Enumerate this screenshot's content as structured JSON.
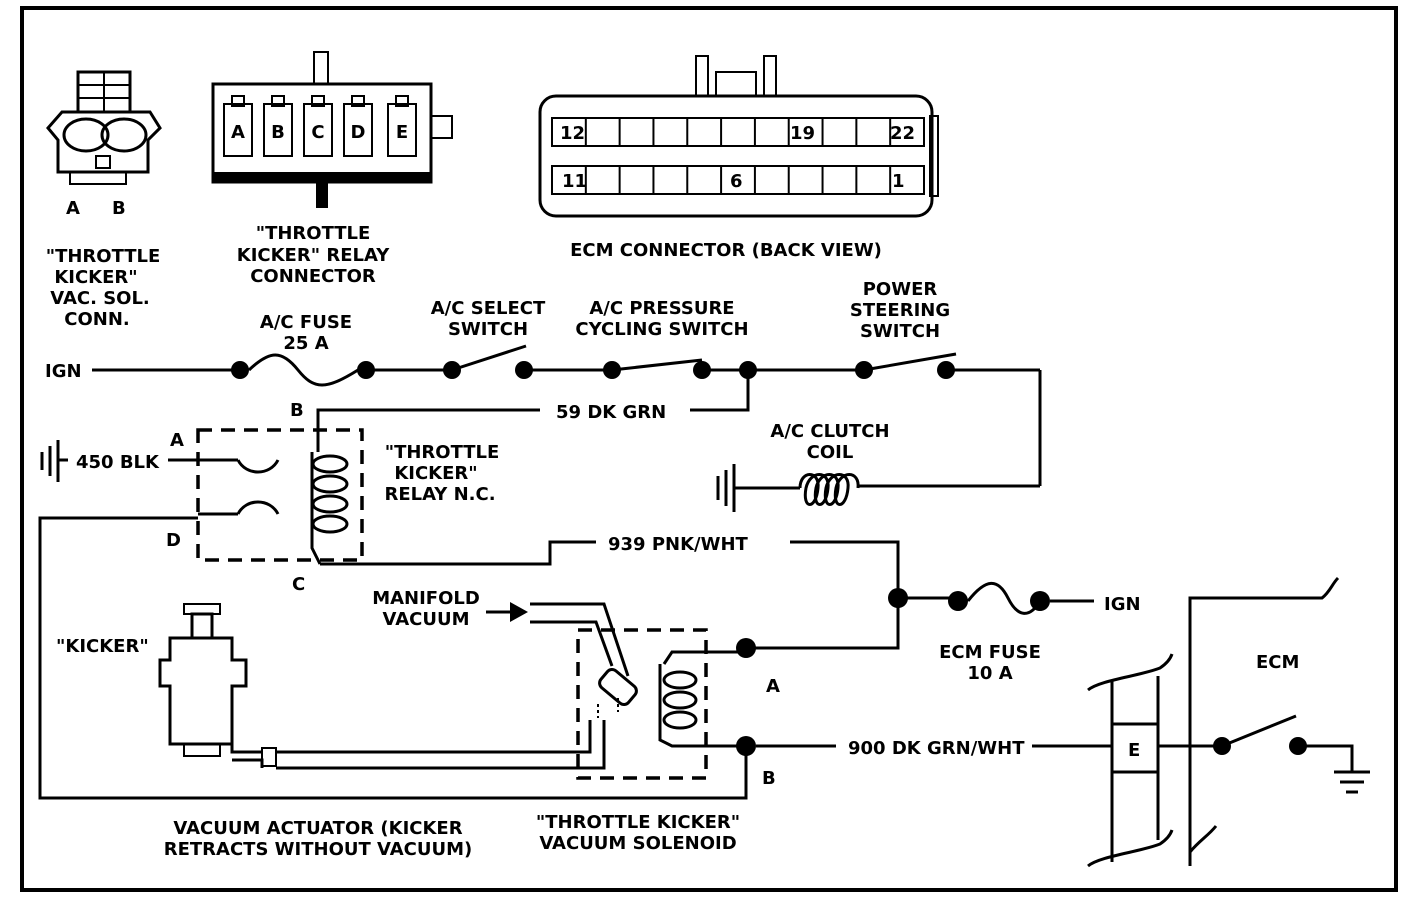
{
  "connectors": {
    "vac_sol_pins": [
      "A",
      "B"
    ],
    "vac_sol_label": [
      "\"THROTTLE",
      "KICKER\"",
      "VAC. SOL.",
      "CONN."
    ],
    "relay_pins": [
      "A",
      "B",
      "C",
      "D",
      "E"
    ],
    "relay_label": [
      "\"THROTTLE",
      "KICKER\" RELAY",
      "CONNECTOR"
    ],
    "ecm_top_pins": [
      "12",
      "19",
      "22"
    ],
    "ecm_bottom_pins": [
      "11",
      "6",
      "1"
    ],
    "ecm_label": "ECM CONNECTOR (BACK VIEW)"
  },
  "circuit": {
    "ign_left": "IGN",
    "ac_fuse": [
      "A/C FUSE",
      "25 A"
    ],
    "ac_select": [
      "A/C SELECT",
      "SWITCH"
    ],
    "ac_pressure": [
      "A/C PRESSURE",
      "CYCLING SWITCH"
    ],
    "power_steering": [
      "POWER",
      "STEERING",
      "SWITCH"
    ],
    "wire_59": "59 DK GRN",
    "ground_450": "450 BLK",
    "clutch": [
      "A/C CLUTCH",
      "COIL"
    ],
    "relay_nc": [
      "\"THROTTLE",
      "KICKER\"",
      "RELAY N.C."
    ],
    "relay_term_a": "A",
    "relay_term_b": "B",
    "relay_term_c": "C",
    "relay_term_d": "D",
    "wire_939": "939 PNK/WHT",
    "manifold": [
      "MANIFOLD",
      "VACUUM"
    ],
    "kicker": "\"KICKER\"",
    "ign_right": "IGN",
    "ecm_fuse": [
      "ECM FUSE",
      "10 A"
    ],
    "solenoid_term_a": "A",
    "solenoid_term_b": "B",
    "ecm": "ECM",
    "wire_900": "900 DK GRN/WHT",
    "ecm_pin": "E",
    "vacuum_actuator": [
      "VACUUM ACTUATOR (KICKER",
      "RETRACTS WITHOUT VACUUM)"
    ],
    "solenoid": [
      "\"THROTTLE KICKER\"",
      "VACUUM SOLENOID"
    ]
  }
}
